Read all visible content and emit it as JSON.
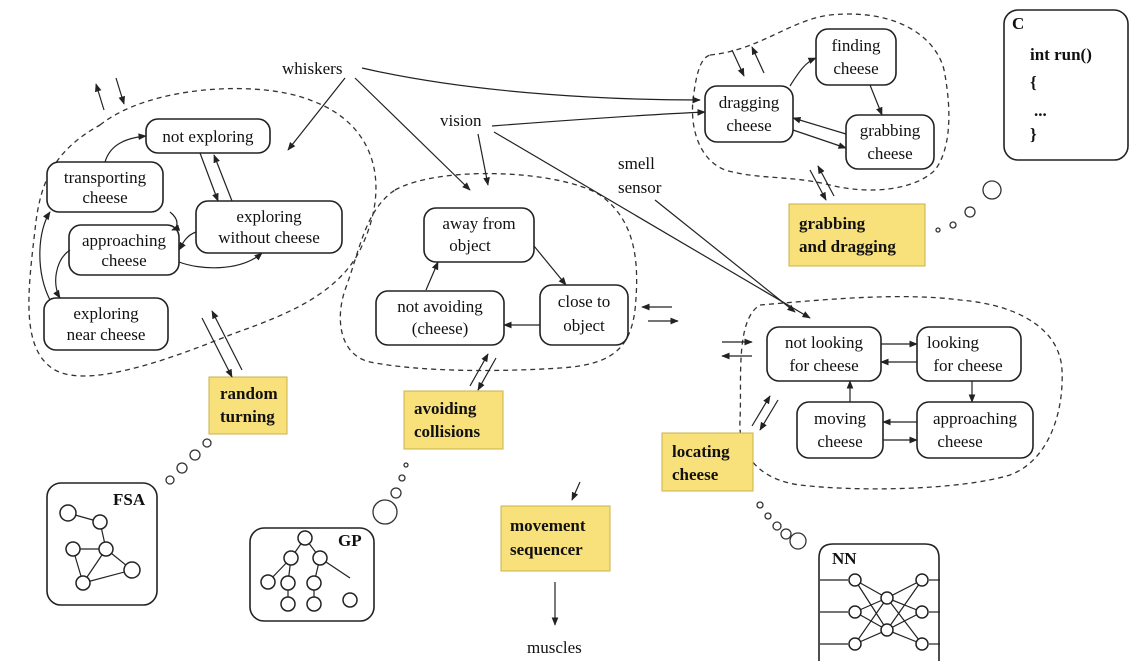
{
  "inputs": {
    "whiskers": "whiskers",
    "vision": "vision",
    "smell_1": "smell",
    "smell_2": "sensor",
    "muscles": "muscles"
  },
  "fsa_group": {
    "not_exploring": "not exploring",
    "transporting_1": "transporting",
    "transporting_2": "cheese",
    "approaching_1": "approaching",
    "approaching_2": "cheese",
    "exploring_without_1": "exploring",
    "exploring_without_2": "without cheese",
    "exploring_near_1": "exploring",
    "exploring_near_2": "near cheese"
  },
  "avoid_group": {
    "away_1": "away from",
    "away_2": "object",
    "not_avoiding_1": "not avoiding",
    "not_avoiding_2": "(cheese)",
    "close_1": "close to",
    "close_2": "object"
  },
  "grab_group": {
    "finding_1": "finding",
    "finding_2": "cheese",
    "dragging_1": "dragging",
    "dragging_2": "cheese",
    "grabbing_1": "grabbing",
    "grabbing_2": "cheese"
  },
  "locate_group": {
    "not_looking_1": "not looking",
    "not_looking_2": "for cheese",
    "looking_1": "looking",
    "looking_2": "for cheese",
    "moving_1": "moving",
    "moving_2": "cheese",
    "approaching_1": "approaching",
    "approaching_2": "cheese"
  },
  "behaviors": {
    "random_1": "random",
    "random_2": "turning",
    "avoiding_1": "avoiding",
    "avoiding_2": "collisions",
    "grabbing_1": "grabbing",
    "grabbing_2": "and dragging",
    "locating_1": "locating",
    "locating_2": "cheese",
    "movement_1": "movement",
    "movement_2": "sequencer"
  },
  "panels": {
    "fsa": "FSA",
    "gp": "GP",
    "nn": "NN",
    "c_title": "C",
    "c_line1": "int run()",
    "c_line2": "{",
    "c_line3": "...",
    "c_line4": "}"
  },
  "colors": {
    "behavior_fill": "#f8e07a",
    "stroke": "#222222"
  }
}
